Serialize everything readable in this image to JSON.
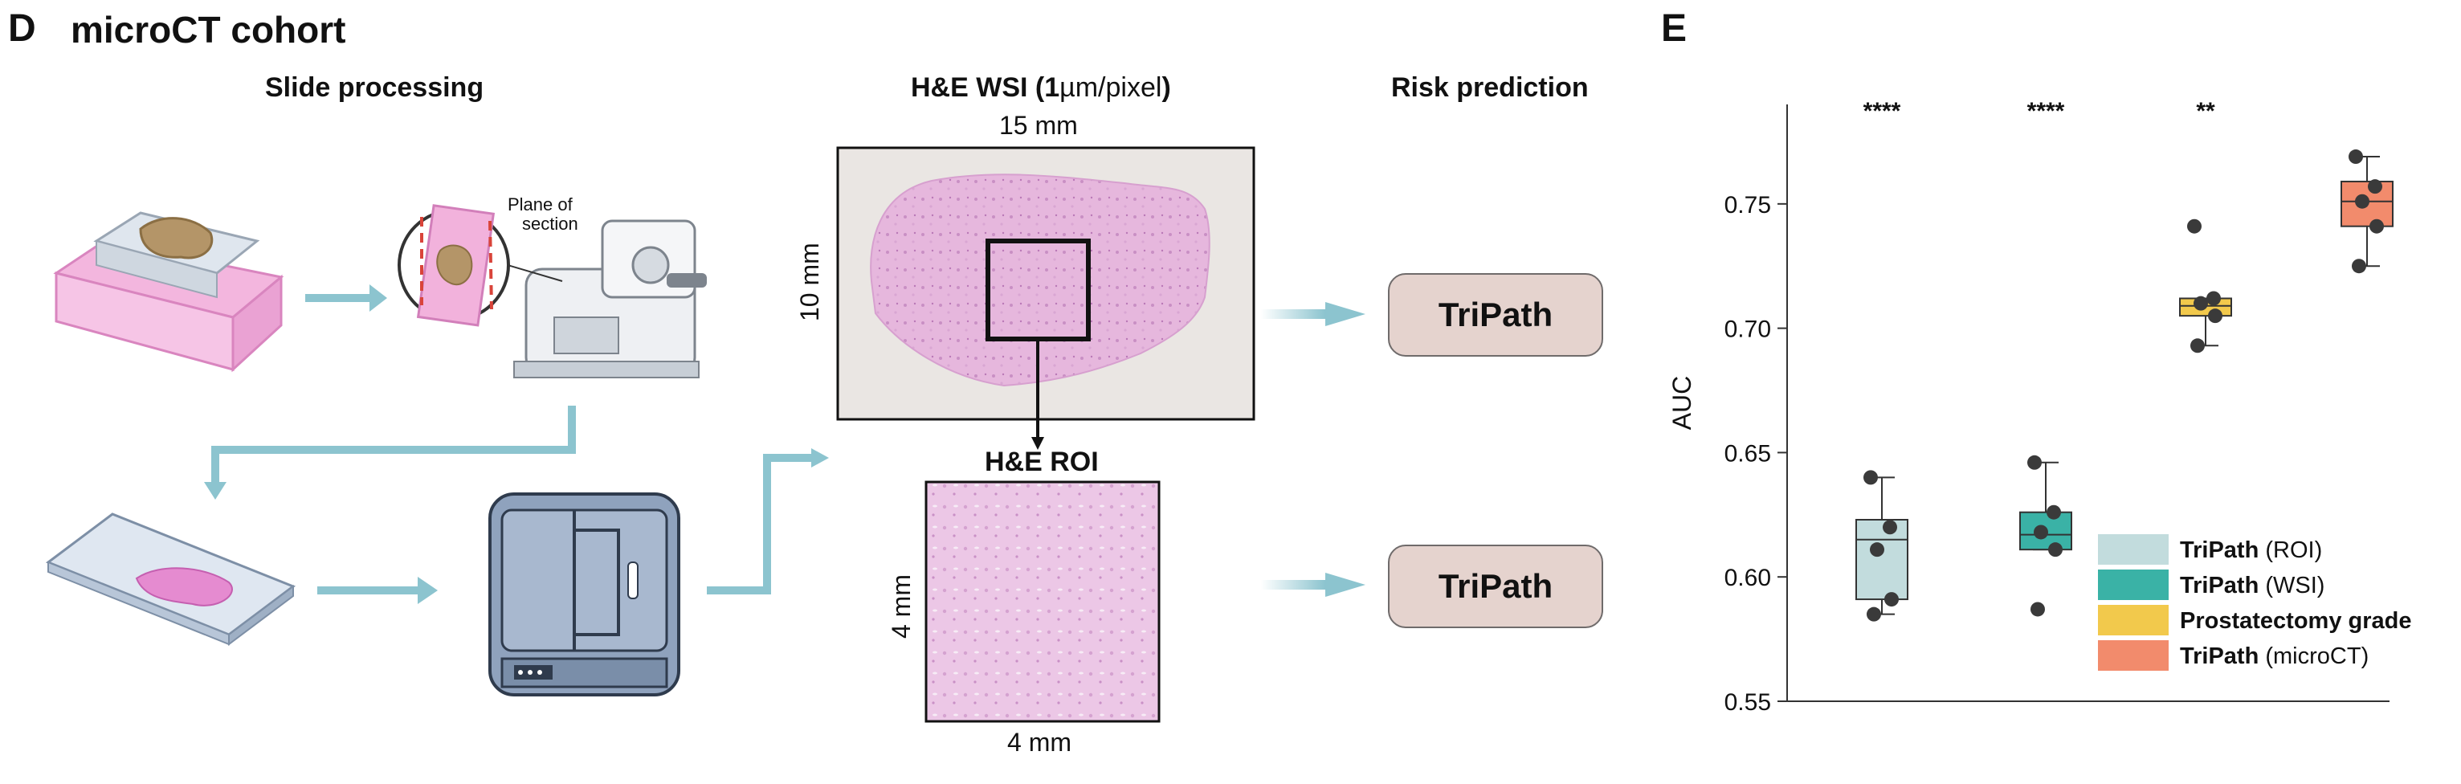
{
  "panel_d": {
    "letter": "D",
    "title": "microCT cohort",
    "slide_processing": "Slide processing",
    "plane_label_1": "Plane of",
    "plane_label_2": "section",
    "wsi_title_bold_1": "H&E WSI (",
    "wsi_title_bold_2": "1",
    "wsi_title_unit": "µm/pixel",
    "wsi_title_close": ")",
    "wsi_width": "15 mm",
    "wsi_height": "10 mm",
    "roi_title": "H&E ROI",
    "roi_height": "4 mm",
    "roi_width": "4 mm",
    "risk_prediction": "Risk prediction",
    "tripath_top": "TriPath",
    "tripath_bottom": "TriPath"
  },
  "panel_e": {
    "letter": "E"
  },
  "chart_data": {
    "type": "box",
    "ylabel": "AUC",
    "ylim": [
      0.55,
      0.79
    ],
    "yticks": [
      0.55,
      0.6,
      0.65,
      0.7,
      0.75
    ],
    "ytick_labels": [
      "0.55",
      "0.60",
      "0.65",
      "0.70",
      "0.75"
    ],
    "series": [
      {
        "bold": "TriPath",
        "rest": " (ROI)",
        "color": "#c2dcdd",
        "significance": "****",
        "q1": 0.591,
        "median": 0.615,
        "q3": 0.623,
        "whisker_low": 0.585,
        "whisker_high": 0.64,
        "points": [
          0.64,
          0.62,
          0.611,
          0.591,
          0.585
        ]
      },
      {
        "bold": "TriPath",
        "rest": " (WSI)",
        "color": "#3ab2a6",
        "significance": "****",
        "q1": 0.611,
        "median": 0.617,
        "q3": 0.626,
        "whisker_low": 0.611,
        "whisker_high": 0.646,
        "points": [
          0.646,
          0.626,
          0.618,
          0.611,
          0.587
        ]
      },
      {
        "bold": "Prostatectomy grade",
        "rest": "",
        "color": "#f2c94c",
        "significance": "**",
        "q1": 0.705,
        "median": 0.709,
        "q3": 0.712,
        "whisker_low": 0.693,
        "whisker_high": 0.712,
        "points": [
          0.741,
          0.712,
          0.71,
          0.705,
          0.693
        ]
      },
      {
        "bold": "TriPath",
        "rest": " (microCT)",
        "color": "#f28b6c",
        "significance": "",
        "q1": 0.741,
        "median": 0.751,
        "q3": 0.759,
        "whisker_low": 0.725,
        "whisker_high": 0.769,
        "points": [
          0.769,
          0.757,
          0.751,
          0.741,
          0.725
        ]
      }
    ]
  }
}
